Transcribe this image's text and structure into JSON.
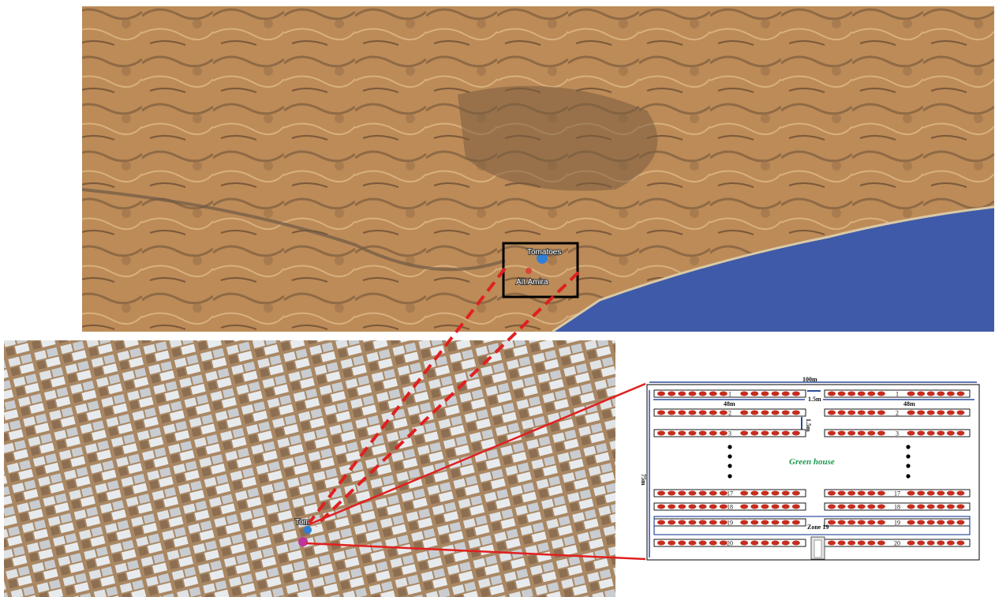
{
  "map_top": {
    "labels": {
      "tomatoes": "Tomatoes",
      "ait_amira": "Aït Amira"
    },
    "colors": {
      "land": "#b98a5a",
      "sea": "#3f5aa8",
      "marker_blue": "#2f7fd6",
      "marker_red": "#d64636"
    }
  },
  "map_bottom": {
    "label": "Tom",
    "colors": {
      "land": "#a58463",
      "greenhouse": "#d9dde0",
      "marker_magenta": "#c0359b"
    }
  },
  "connector_color": "#e02020",
  "layout": {
    "width_label": "100m",
    "height_label": "75m",
    "half_width_label": "48m",
    "aisle_label": "1.5m",
    "row_gap_label": "1.5m",
    "greenhouse_label": "Green house",
    "zone_label": "Zone 19",
    "rows": [
      {
        "label": "1"
      },
      {
        "label": "2"
      },
      {
        "label": "3"
      },
      {
        "label": "17"
      },
      {
        "label": "18"
      },
      {
        "label": "19"
      },
      {
        "label": "20"
      }
    ]
  }
}
